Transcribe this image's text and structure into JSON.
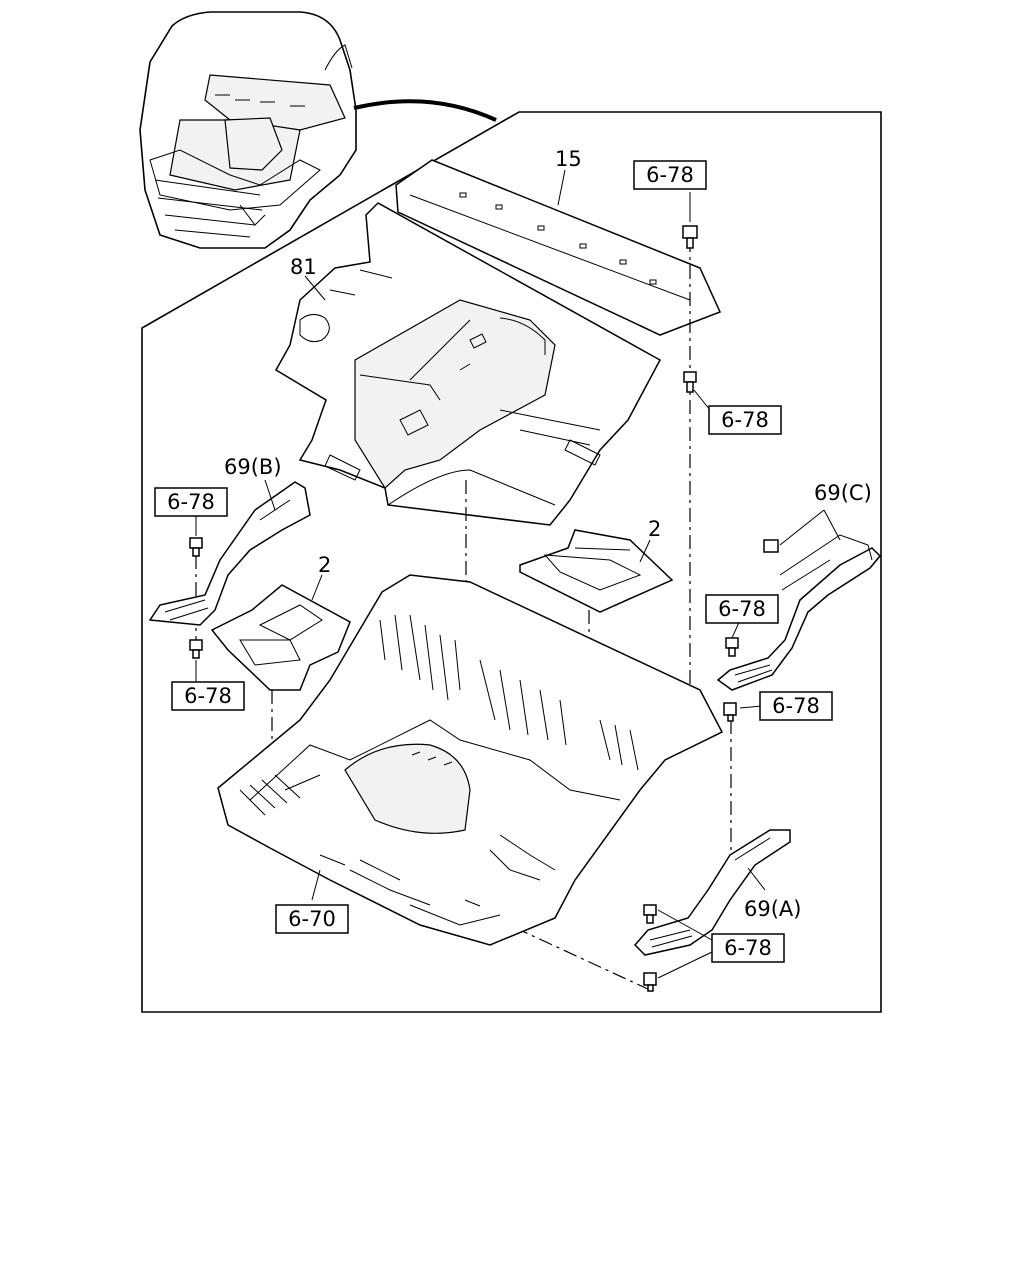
{
  "labels": {
    "part_15": "15",
    "part_81": "81",
    "part_2_left": "2",
    "part_2_right": "2",
    "part_69b": "69(B)",
    "part_69c": "69(C)",
    "part_69a": "69(A)"
  },
  "refs": {
    "r1": "6-78",
    "r2": "6-78",
    "r3": "6-78",
    "r4": "6-78",
    "r5": "6-78",
    "r6": "6-78",
    "r7": "6-78",
    "r8": "6-70"
  }
}
